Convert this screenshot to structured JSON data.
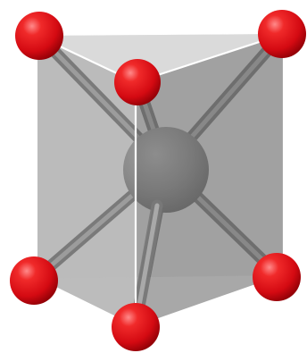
{
  "structure": {
    "geometry": "trigonal-prism",
    "central_atom_count": 1,
    "ligand_atom_count": 6,
    "bond_count": 6
  },
  "colors": {
    "background": "#ffffff",
    "central_atom": "#8f8f8f",
    "ligand_atom": "#e8141c",
    "bond": "#8c8c8c",
    "prism_face": "#9a9a9a",
    "prism_edge": "#ffffff"
  },
  "icons": {
    "central_atom": "central-atom-sphere",
    "ligand_atom": "ligand-atom-sphere"
  }
}
